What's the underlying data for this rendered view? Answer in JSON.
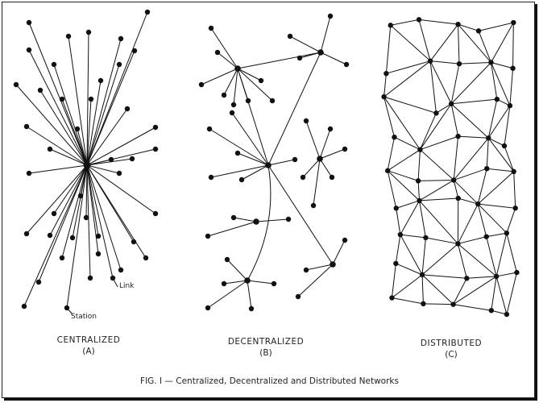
{
  "panels": [
    {
      "title": "CENTRALIZED",
      "letter": "(A)"
    },
    {
      "title": "DECENTRALIZED",
      "letter": "(B)"
    },
    {
      "title": "DISTRIBUTED",
      "letter": "(C)"
    }
  ],
  "annotations": {
    "link": "Link",
    "station": "Station"
  },
  "caption": "FIG. I — Centralized, Decentralized and Distributed Networks",
  "colors": {
    "ink": "#111111"
  }
}
